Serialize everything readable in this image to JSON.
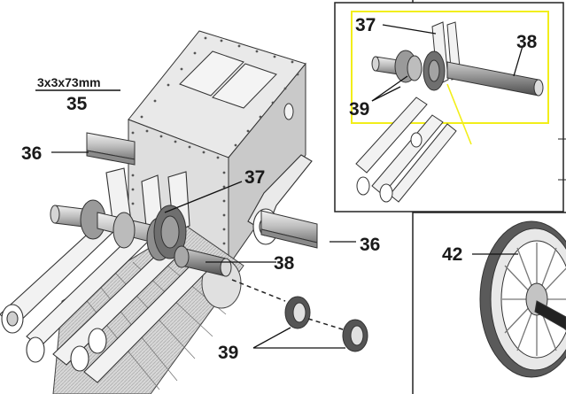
{
  "main_view": {
    "part_35": {
      "number": "35",
      "spec": "3x3x73mm"
    },
    "part_36_left": {
      "number": "36"
    },
    "part_36_right": {
      "number": "36"
    },
    "part_37": {
      "number": "37"
    },
    "part_38": {
      "number": "38"
    },
    "part_39": {
      "number": "39"
    }
  },
  "detail_inset": {
    "highlight_color": "#f2ee1a",
    "part_37": {
      "number": "37"
    },
    "part_38": {
      "number": "38"
    },
    "part_39": {
      "number": "39"
    }
  },
  "wheel_panel": {
    "part_42": {
      "number": "42"
    }
  }
}
